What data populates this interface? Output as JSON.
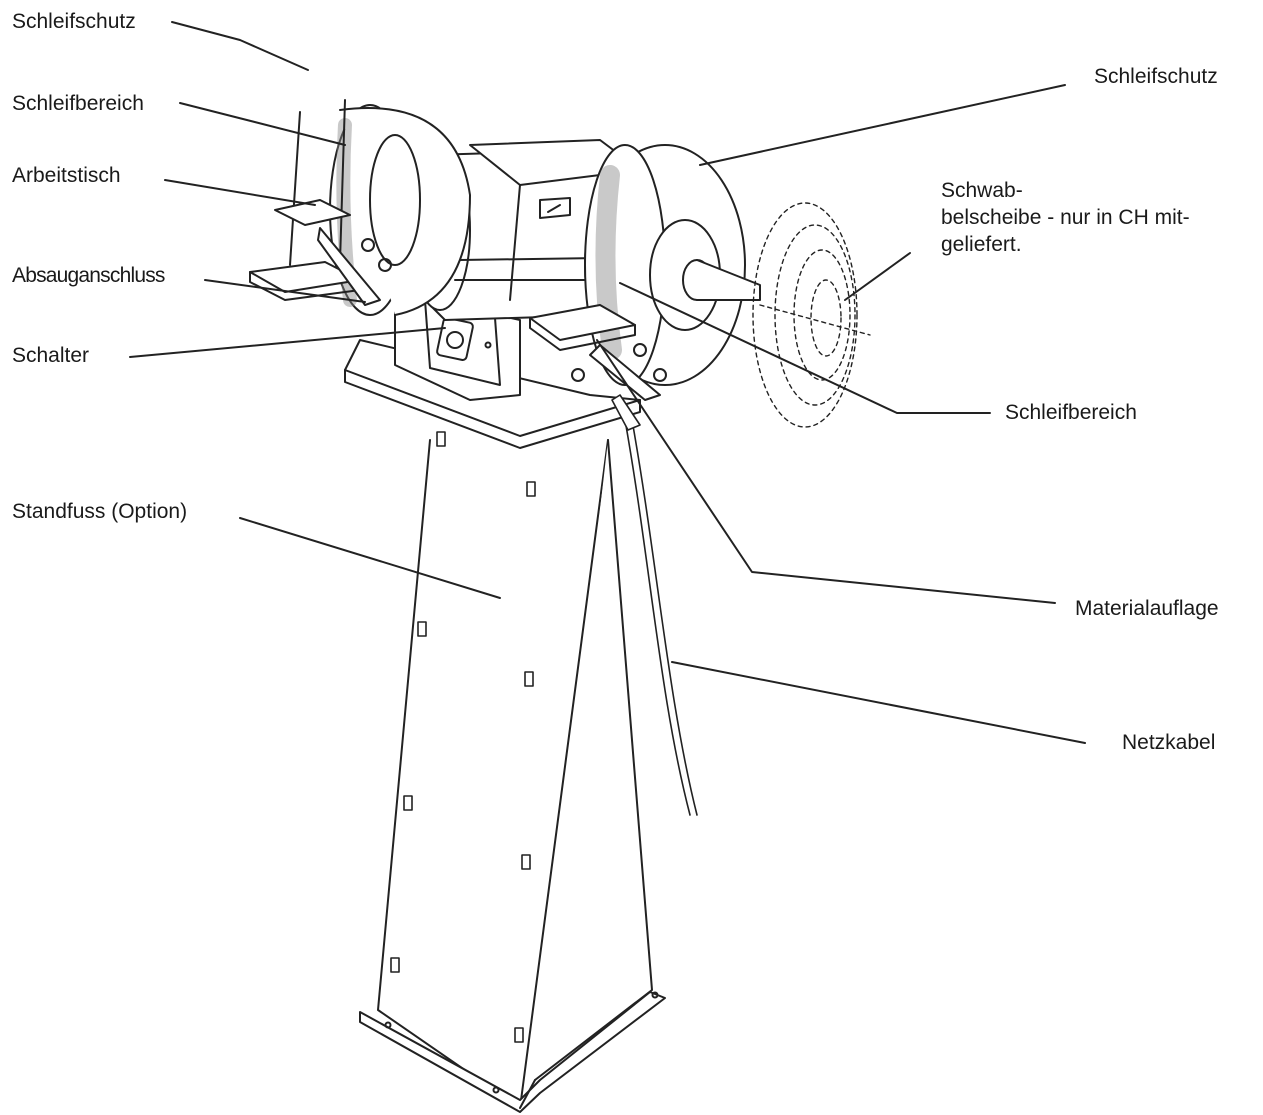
{
  "figure": {
    "labels": {
      "schleifschutz_left": "Schleifschutz",
      "schleifbereich_left": "Schleifbereich",
      "arbeitstisch": "Arbeitstisch",
      "absauganschluss": "Absauganschluss",
      "schalter": "Schalter",
      "standfuss": "Standfuss (Option)",
      "schleifschutz_right": "Schleifschutz",
      "schwabbelscheibe": [
        "Schwab-",
        "belscheibe - nur in CH mit-",
        "geliefert."
      ],
      "schleifbereich_right": "Schleifbereich",
      "materialauflage": "Materialauflage",
      "netzkabel": "Netzkabel"
    }
  }
}
